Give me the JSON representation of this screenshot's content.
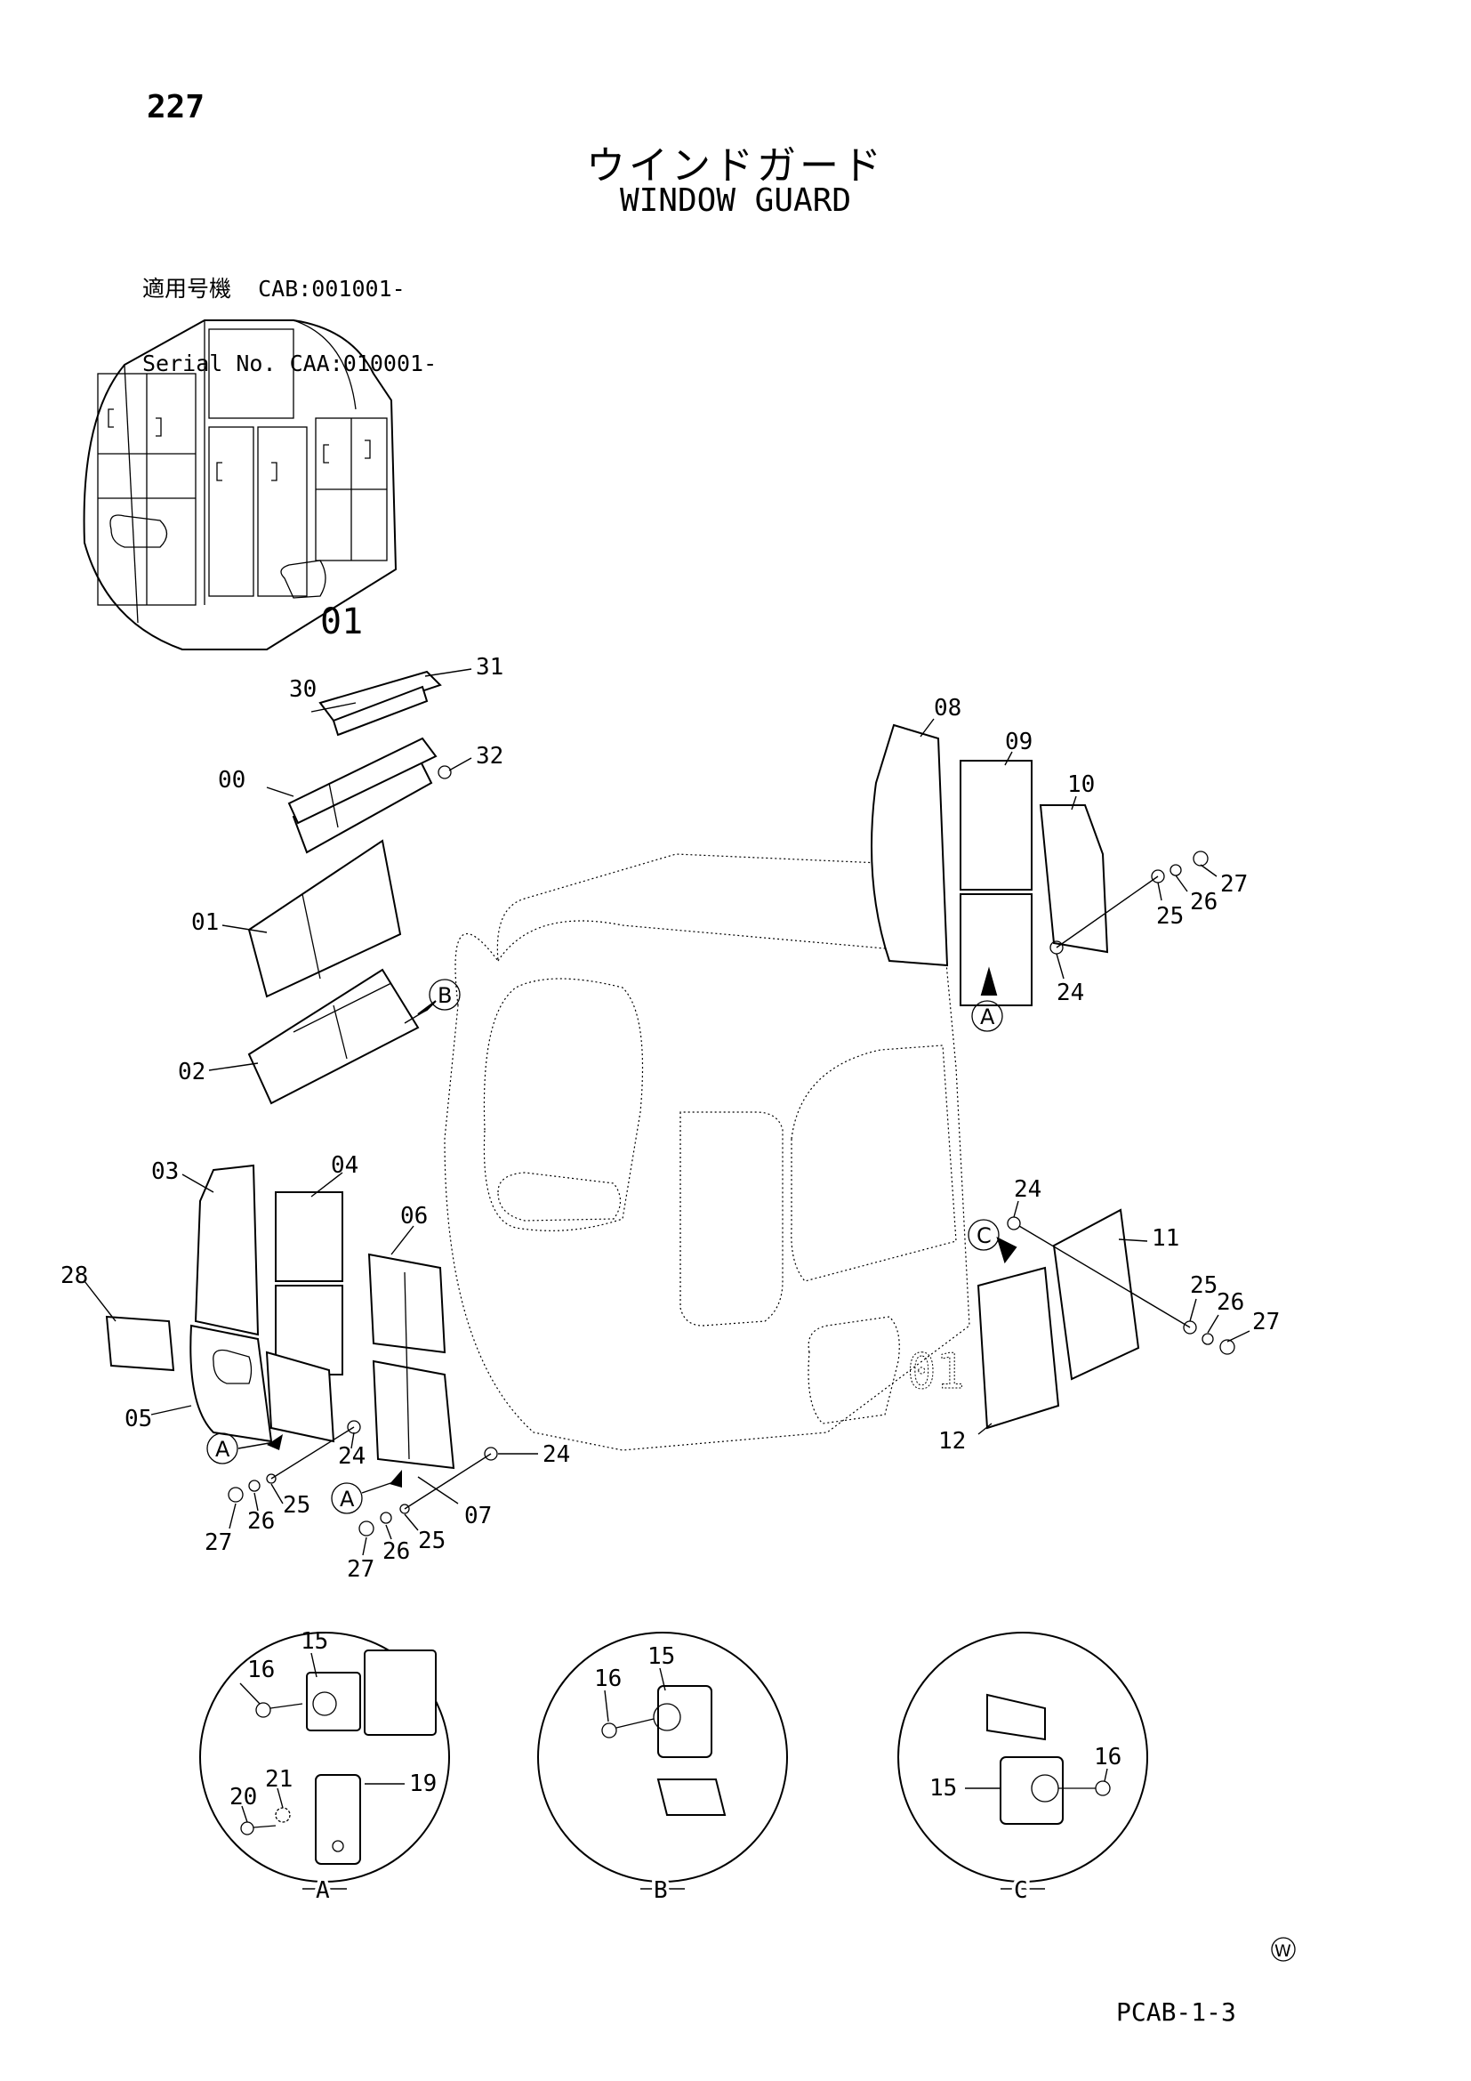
{
  "header": {
    "page_number": "227",
    "title_jp": "ウインドガード",
    "title_en": "WINDOW GUARD",
    "serial_line1": "適用号機  CAB:001001-",
    "serial_line2": "Serial No. CAA:010001-"
  },
  "footer": {
    "page_code": "PCAB-1-3",
    "mark": "W"
  },
  "parts": {
    "p00": "00",
    "p01": "01",
    "p02": "02",
    "p03": "03",
    "p04": "04",
    "p05": "05",
    "p06": "06",
    "p07": "07",
    "p08": "08",
    "p09": "09",
    "p10": "10",
    "p11": "11",
    "p12": "12",
    "p15": "15",
    "p16": "16",
    "p19": "19",
    "p20": "20",
    "p21": "21",
    "p24": "24",
    "p25": "25",
    "p26": "26",
    "p27": "27",
    "p28": "28",
    "p30": "30",
    "p31": "31",
    "p32": "32"
  },
  "detail_refs": {
    "a": "A",
    "b": "B",
    "c": "C"
  }
}
